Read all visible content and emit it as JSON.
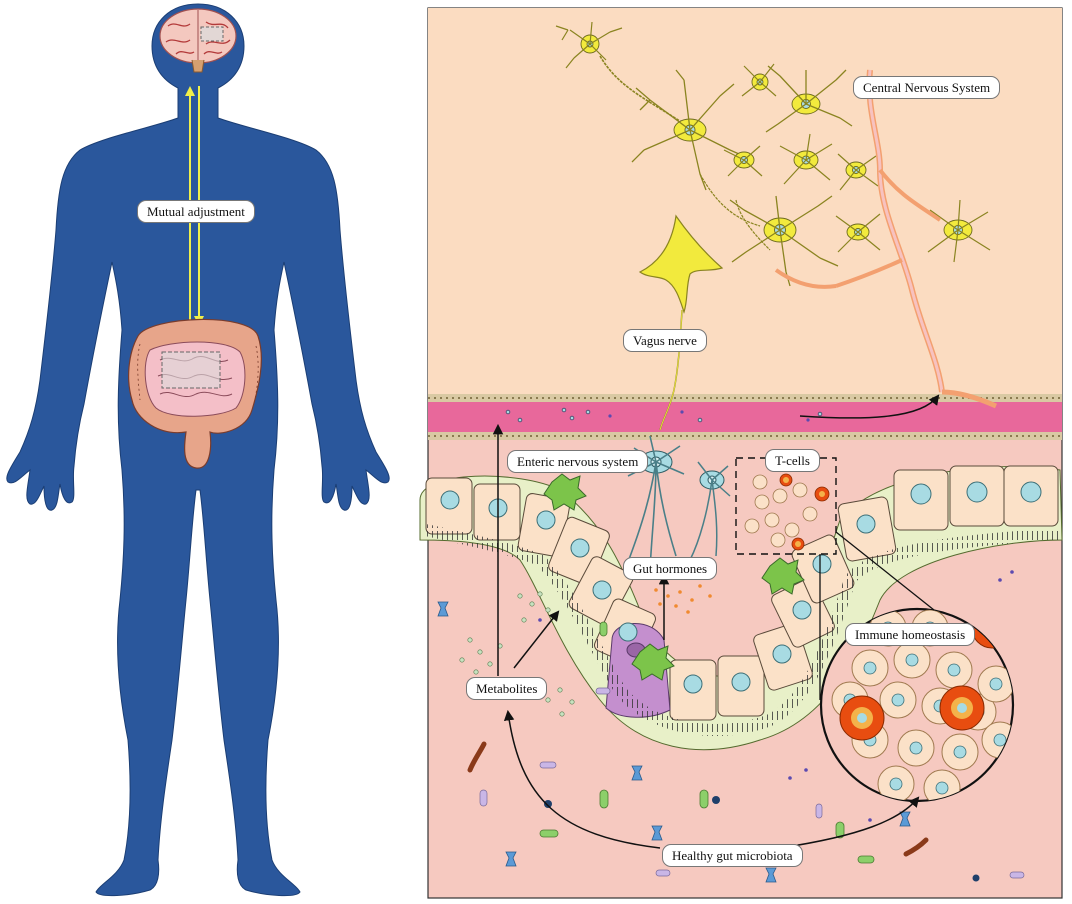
{
  "labels": {
    "mutual_adjustment": "Mutual adjustment",
    "central_nervous_system": "Central Nervous System",
    "vagus_nerve": "Vagus nerve",
    "enteric_nervous_system": "Enteric nervous system",
    "t_cells": "T-cells",
    "gut_hormones": "Gut hormones",
    "immune_homeostasis": "Immune homeostasis",
    "metabolites": "Metabolites",
    "healthy_gut_microbiota": "Healthy gut microbiota"
  },
  "colors": {
    "body_silhouette": "#2a579c",
    "cns_background": "#fbdcc1",
    "gut_lumen_background": "#f6c9c0",
    "blood_vessel": "#e8689b",
    "neuron": "#f2ea3d",
    "epithelial_cell": "#fbe1c8",
    "nucleus": "#a8dbe3",
    "immune_cell_activated": "#e84d10",
    "arrow": "#111111",
    "bidirectional_arrow": "#f0f04a"
  }
}
